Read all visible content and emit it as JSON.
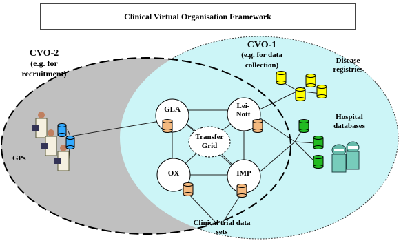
{
  "title": "Clinical Virtual Organisation Framework",
  "cvo2": {
    "name": "CVO-2",
    "purpose": "(e.g. for recruitment)"
  },
  "cvo1": {
    "name": "CVO-1",
    "purpose": "(e.g. for data collection)"
  },
  "nodes": {
    "gla": "GLA",
    "leinott": "Lei-Nott",
    "ox": "OX",
    "imp": "IMP",
    "grid": "Transfer Grid"
  },
  "labels": {
    "gps": "GPs",
    "disease": "Disease registries",
    "hospital": "Hospital databases",
    "trial": "Clinical trial data sets"
  },
  "colors": {
    "cvo2_fill": "#c0c0c0",
    "cvo1_fill": "#ccf5f7",
    "node_db": "#f4b97f",
    "disease_db": "#ffff00",
    "hospital_db": "#22bb22",
    "gp_db": "#33aaff"
  }
}
